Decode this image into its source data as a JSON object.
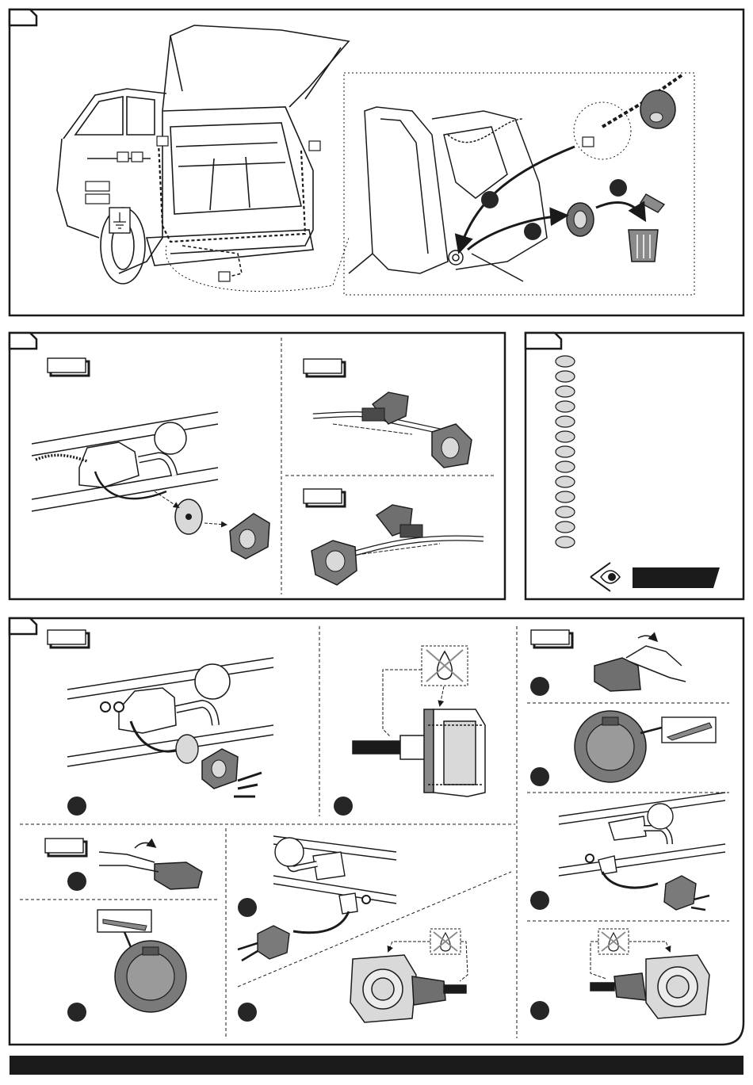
{
  "page": {
    "title": "",
    "footer_text": "",
    "colors": {
      "line": "#1a1a1a",
      "frame_fill": "#ffffff",
      "part_fill": "#6f6f6f",
      "part_light": "#d9d9d9",
      "step_fill": "#262626",
      "bar_fill": "#1b1b1b"
    }
  },
  "sections": [
    {
      "id": "section-1",
      "label": ""
    },
    {
      "id": "section-2",
      "label": ""
    },
    {
      "id": "section-3",
      "label": ""
    },
    {
      "id": "section-4",
      "label": ""
    }
  ],
  "legend": {
    "items": [
      "",
      "",
      "",
      "",
      "",
      "",
      "",
      "",
      "",
      "",
      "",
      "",
      ""
    ],
    "eye_icon": "eye-icon",
    "note_label": ""
  },
  "icons": [
    "trash-bin-icon",
    "no-water-icon",
    "knife-icon",
    "eye-icon",
    "ground-symbol-icon"
  ]
}
